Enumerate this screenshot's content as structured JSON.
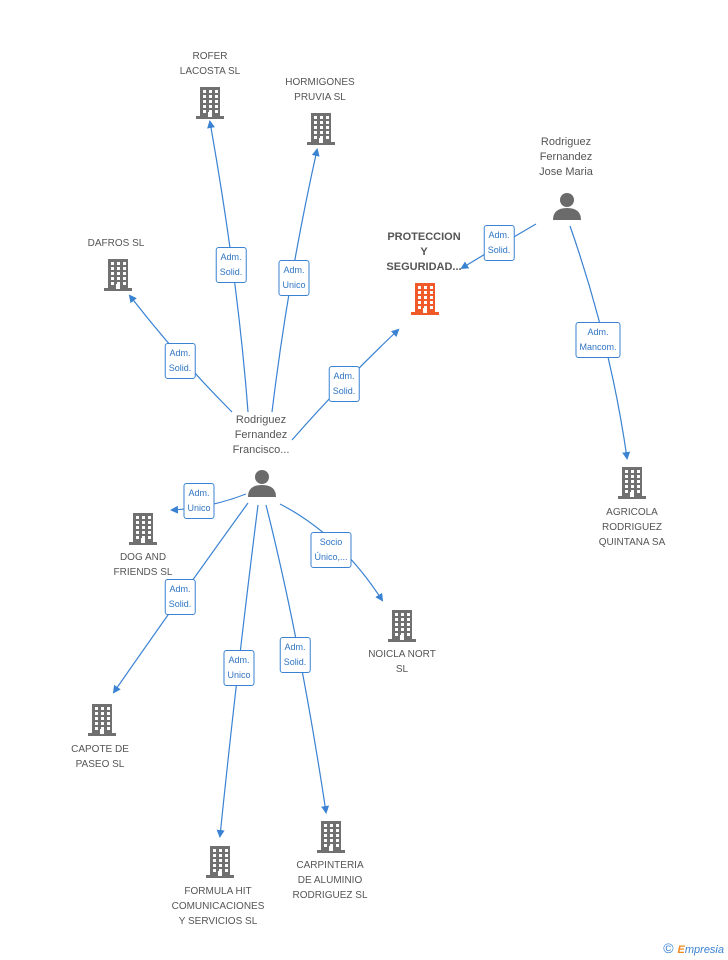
{
  "nodes": {
    "rofer": "ROFER\nLACOSTA  SL",
    "hormigones": "HORMIGONES\nPRUVIA SL",
    "dafros": "DAFROS  SL",
    "proteccion": "PROTECCION\nY\nSEGURIDAD...",
    "jose_maria": "Rodriguez\nFernandez\nJose Maria",
    "francisco": "Rodriguez\nFernandez\nFrancisco...",
    "agricola": "AGRICOLA\nRODRIGUEZ\nQUINTANA SA",
    "dog": "DOG AND\nFRIENDS SL",
    "noicla": "NOICLA NORT\nSL",
    "capote": "CAPOTE DE\nPASEO SL",
    "formula": "FORMULA HIT\nCOMUNICACIONES\nY SERVICIOS  SL",
    "carpinteria": "CARPINTERIA\nDE ALUMINIO\nRODRIGUEZ SL"
  },
  "edges": {
    "rofer": [
      "Adm.",
      "Solid."
    ],
    "hormigones": [
      "Adm.",
      "Unico"
    ],
    "dafros": [
      "Adm.",
      "Solid."
    ],
    "proteccion_f": [
      "Adm.",
      "Solid."
    ],
    "proteccion_j": [
      "Adm.",
      "Solid."
    ],
    "agricola": [
      "Adm.",
      "Mancom."
    ],
    "dog": [
      "Adm.",
      "Unico"
    ],
    "noicla": [
      "Socio",
      "Único,..."
    ],
    "capote": [
      "Adm.",
      "Solid."
    ],
    "formula": [
      "Adm.",
      "Unico"
    ],
    "carpinteria": [
      "Adm.",
      "Solid."
    ]
  },
  "colors": {
    "edge": "#3a82d2",
    "building": "#707070",
    "focus": "#f05a28",
    "person": "#6b6b6b"
  },
  "icons": {
    "company": "building-icon",
    "person": "person-icon"
  },
  "footer": {
    "copyright": "©",
    "brand_initial": "E",
    "brand_rest": "mpresia"
  }
}
